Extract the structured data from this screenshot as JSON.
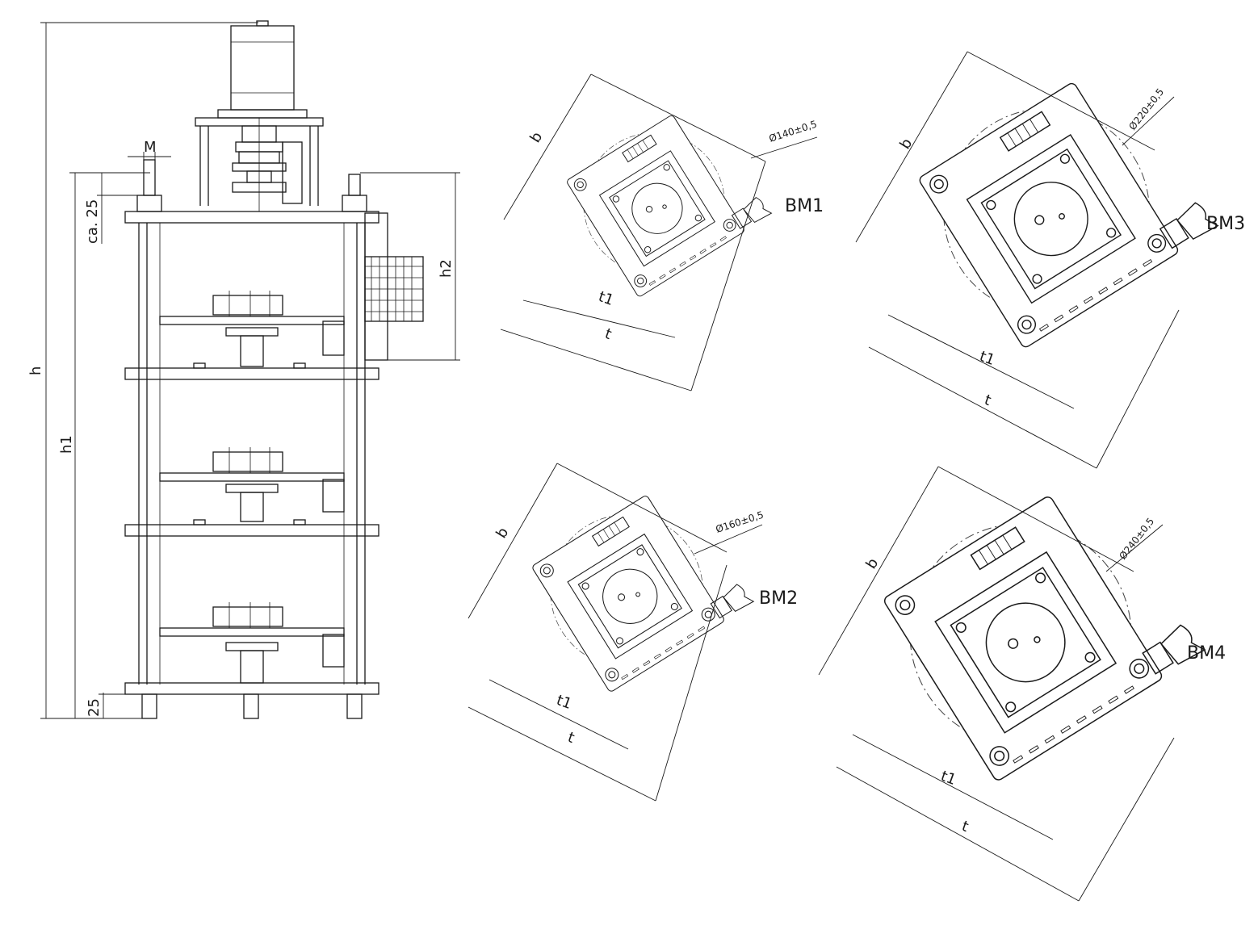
{
  "elevation": {
    "dims": {
      "h": "h",
      "h1": "h1",
      "h2": "h2",
      "top_clearance": "ca. 25",
      "bottom_clearance": "25",
      "thread": "M"
    }
  },
  "views": [
    {
      "id": "BM1",
      "label": "BM1",
      "diameter": "Ø140±0,5",
      "b": "b",
      "t": "t",
      "t1": "t1"
    },
    {
      "id": "BM2",
      "label": "BM2",
      "diameter": "Ø160±0,5",
      "b": "b",
      "t": "t",
      "t1": "t1"
    },
    {
      "id": "BM3",
      "label": "BM3",
      "diameter": "Ø220±0,5",
      "b": "b",
      "t": "t",
      "t1": "t1"
    },
    {
      "id": "BM4",
      "label": "BM4",
      "diameter": "Ø240±0,5",
      "b": "b",
      "t": "t",
      "t1": "t1"
    }
  ]
}
